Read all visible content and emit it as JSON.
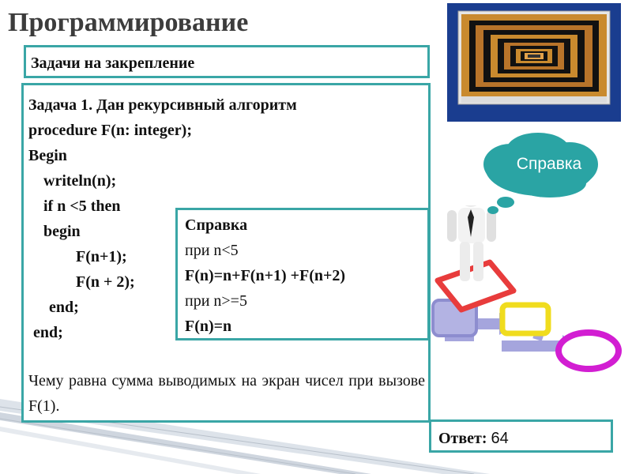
{
  "slide": {
    "title": "Программирование",
    "subtitle": "Задачи на закрепление"
  },
  "task": {
    "heading": "Задача 1. Дан рекурсивный алгоритм",
    "code": [
      "procedure F(n: integer);",
      "Begin",
      "writeln(n);",
      "if n <5 then",
      "begin",
      "F(n+1);",
      "F(n + 2);",
      "end;",
      "end;"
    ],
    "question": "Чему равна сумма выводимых на экран чисел при вызове F(1)."
  },
  "help": {
    "title": "Справка",
    "lines": [
      "при n<5",
      "F(n)=n+F(n+1) +F(n+2)",
      "при n>=5",
      "F(n)=n"
    ]
  },
  "answer": {
    "label": "Ответ:",
    "value": "64"
  },
  "cloud": {
    "label": "Справка",
    "color": "#2aa4a4"
  },
  "colors": {
    "accent_border": "#3aa6a6",
    "photo_frame": "#1a3d8f",
    "flow_red": "#e83c3c",
    "flow_yellow": "#f0dc1e",
    "flow_magenta": "#d21ed2",
    "flow_lilac": "#a5a5dd"
  }
}
